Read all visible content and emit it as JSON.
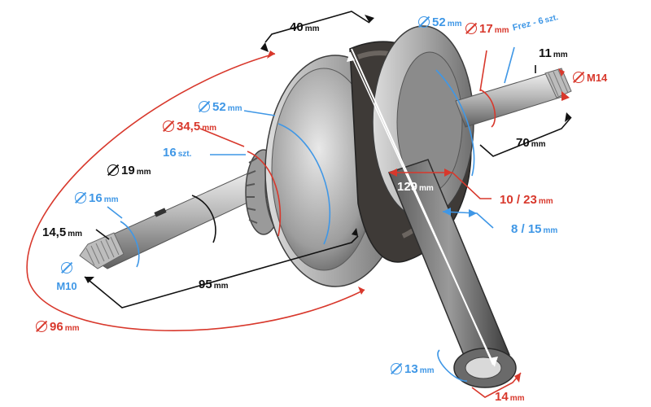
{
  "colors": {
    "blue": "#3f97e6",
    "red": "#d8382c",
    "black": "#111111"
  },
  "annotations": {
    "length_40": {
      "value": "40",
      "unit": "mm"
    },
    "diameter_52_right": {
      "value": "52",
      "unit": "mm"
    },
    "diameter_17": {
      "value": "17",
      "unit": "mm"
    },
    "splines_right": {
      "value": "Frez - 6",
      "unit": "szt."
    },
    "length_11": {
      "value": "11",
      "unit": "mm"
    },
    "thread_m14": {
      "value": "M14"
    },
    "diameter_52_left": {
      "value": "52",
      "unit": "mm"
    },
    "diameter_34_5": {
      "value": "34,5",
      "unit": "mm"
    },
    "teeth_16": {
      "value": "16",
      "unit": "szt."
    },
    "diameter_19": {
      "value": "19",
      "unit": "mm"
    },
    "diameter_16": {
      "value": "16",
      "unit": "mm"
    },
    "length_14_5": {
      "value": "14,5",
      "unit": "mm"
    },
    "thread_m10": {
      "value": "M10"
    },
    "length_95": {
      "value": "95",
      "unit": "mm"
    },
    "length_70": {
      "value": "70",
      "unit": "mm"
    },
    "length_129": {
      "value": "129",
      "unit": "mm"
    },
    "width_10_23": {
      "value": "10 / 23",
      "unit": "mm"
    },
    "width_8_15": {
      "value": "8 / 15",
      "unit": "mm"
    },
    "diameter_96": {
      "value": "96",
      "unit": "mm"
    },
    "diameter_13": {
      "value": "13",
      "unit": "mm"
    },
    "length_14": {
      "value": "14",
      "unit": "mm"
    }
  }
}
